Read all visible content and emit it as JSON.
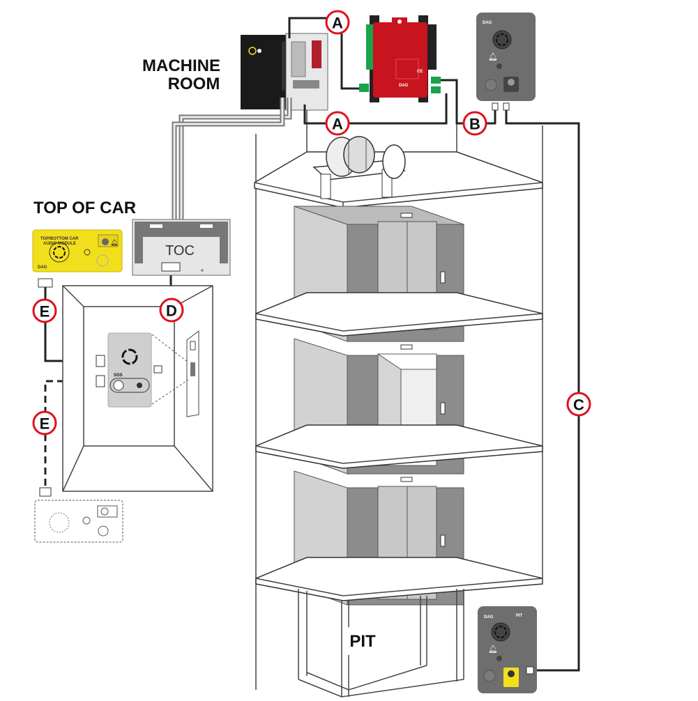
{
  "labels": {
    "machine_room_line1": "MACHINE",
    "machine_room_line2": "ROOM",
    "top_of_car": "TOP OF CAR",
    "toc": "TOC",
    "pit": "PIT"
  },
  "markers": [
    {
      "letter": "A"
    },
    {
      "letter": "A"
    },
    {
      "letter": "B"
    },
    {
      "letter": "C"
    },
    {
      "letter": "D"
    },
    {
      "letter": "E"
    },
    {
      "letter": "E"
    }
  ],
  "devices": {
    "board_brand": "DAG",
    "board_ce": "CE",
    "top_car_title": "TOP/BOTTOM CAR",
    "top_car_sub": "AUDIO MODULE",
    "top_car_brand": "DAG",
    "panel_sos": "SOS",
    "mr_device_brand": "DAG",
    "pit_device_brand": "DAG",
    "pit_device_title": "PIT"
  },
  "colors": {
    "marker_ring": "#e0101a",
    "board_red": "#c8141e",
    "terminal_green": "#1aa34a",
    "device_yellow": "#f2df1c",
    "device_grey": "#6e6e6e",
    "car_front": "#8c8c8c",
    "car_side": "#d2d2d2"
  }
}
